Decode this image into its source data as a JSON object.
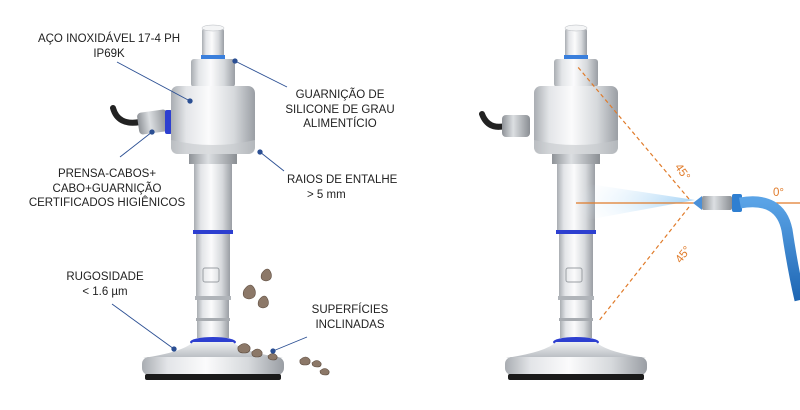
{
  "colors": {
    "metal_light": "#f2f3f5",
    "metal_dark": "#9fa3a8",
    "seal_blue": "#2d3fd0",
    "leader_blue": "#2b4f93",
    "angle_orange": "#e07b2a",
    "hose_blue": "#2f7fd1",
    "residue_brown": "#8c7868",
    "base_black": "#1a1a1a"
  },
  "icons": {
    "left_device": "load-cell-hygienic-device",
    "right_device": "load-cell-washdown-device",
    "nozzle": "spray-nozzle-icon",
    "residue": "dirt-drop-icon"
  },
  "labels": {
    "material_line1": "AÇO INOXIDÁVEL 17-4 PH",
    "material_line2": "IP69K",
    "gasket_line1": "GUARNIÇÃO DE",
    "gasket_line2": "SILICONE DE GRAU",
    "gasket_line3": "ALIMENTÍCIO",
    "gland_line1": "PRENSA-CABOS+",
    "gland_line2": "CABO+GUARNIÇÃO",
    "gland_line3": "CERTIFICADOS HIGIÊNICOS",
    "radius_line1": "RAIOS DE ENTALHE",
    "radius_line2": "> 5 mm",
    "roughness_line1": "RUGOSIDADE",
    "roughness_line2": "< 1.6 µm",
    "surfaces_line1": "SUPERFÍCIES",
    "surfaces_line2": "INCLINADAS"
  },
  "angles": {
    "top": "45°",
    "bottom": "45°",
    "horizontal": "0°"
  }
}
